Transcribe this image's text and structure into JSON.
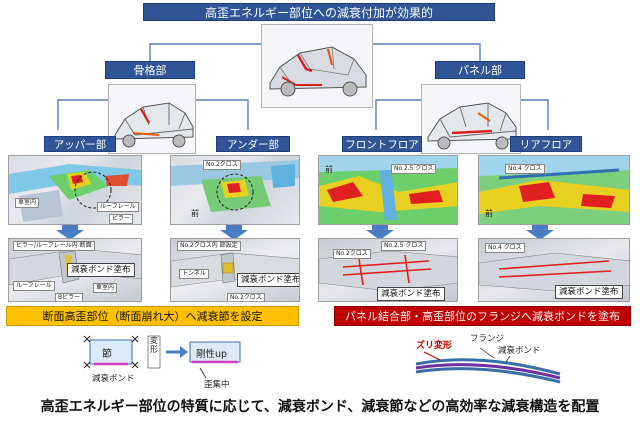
{
  "title": "高歪エネルギー部位への減衰付加が効果的",
  "branches": {
    "frame": {
      "label": "骨格部",
      "upper": {
        "label": "アッパー部",
        "tags_top": [
          "車室内",
          "ルーフレール",
          "ピラー"
        ],
        "tags_bottom": [
          "ピラー/ルーフレール内 断面",
          "ルーフレール",
          "車室内",
          "Bピラー"
        ],
        "bond": "減衰ボンド塗布"
      },
      "under": {
        "label": "アンダー部",
        "tags_top": [
          "No.2クロス",
          "前"
        ],
        "tags_bottom": [
          "No.2クロス内 節設定",
          "トンネル",
          "No.2クロス"
        ],
        "bond": "減衰ボンド塗布"
      },
      "banner": "断面高歪部位（断面崩れ大）へ減衰節を設定"
    },
    "panel": {
      "label": "パネル部",
      "front": {
        "label": "フロントフロア",
        "tags_top": [
          "No.2.5 クロス",
          "前"
        ],
        "tags_bottom": [
          "No.2.5 クロス",
          "No.2クロス"
        ],
        "bond": "減衰ボンド塗布"
      },
      "rear": {
        "label": "リアフロア",
        "tags_top": [
          "No.4 クロス",
          "前"
        ],
        "tags_bottom": [
          "No.4 クロス"
        ],
        "bond": "減衰ボンド塗布"
      },
      "banner": "パネル結合部・高歪部位のフランジへ減衰ボンドを塗布"
    }
  },
  "legend_left": {
    "node": "節",
    "arrow": "変形",
    "result": "剛性up",
    "bond": "減衰ボンド",
    "strain": "歪集中"
  },
  "legend_right": {
    "shear": "ズリ変形",
    "flange": "フランジ",
    "bond": "減衰ボンド"
  },
  "footer": "高歪エネルギー部位の特質に応じて、減衰ボンド、減衰節などの高効率な減衰構造を配置",
  "colors": {
    "header_blue": "#2f5597",
    "yellow": "#ffc000",
    "red": "#c00000",
    "bond_purple": "#7030a0",
    "arrow_blue": "#4a7dc1"
  }
}
